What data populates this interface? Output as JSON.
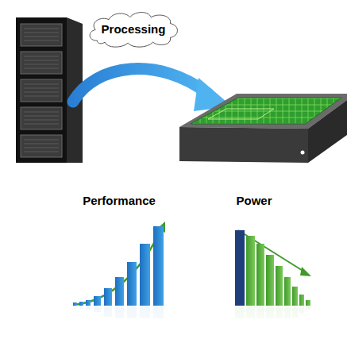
{
  "diagram": {
    "nodes": [
      {
        "text": [
          "Processing"
        ]
      }
    ],
    "labels": [
      "Performance",
      "Power"
    ]
  }
}
